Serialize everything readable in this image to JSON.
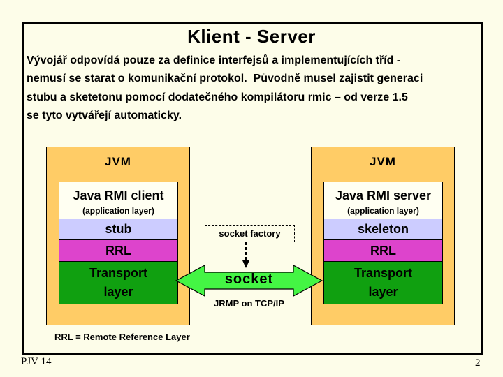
{
  "slide": {
    "title": "Klient - Server",
    "paragraph_lines": [
      "Vývojář odpovídá pouze za definice interfejsů a implementujících tříd -",
      "nemusí se starat o komunikační protokol.  Původně musel zajistit generaci",
      "stubu a sketetonu pomocí dodatečného kompilátoru rmic – od verze 1.5",
      "se tyto vytvářejí automaticky."
    ],
    "legend": "RRL = Remote Reference Layer"
  },
  "diagram": {
    "client": {
      "jvm_label": "JVM",
      "app_title": "Java RMI client",
      "app_subtitle": "(application layer)",
      "layer_stub": "stub",
      "layer_rrl": "RRL",
      "transport_line1": "Transport",
      "transport_line2": "layer"
    },
    "server": {
      "jvm_label": "JVM",
      "app_title": "Java RMI server",
      "app_subtitle": "(application layer)",
      "layer_skeleton": "skeleton",
      "layer_rrl": "RRL",
      "transport_line1": "Transport",
      "transport_line2": "layer"
    },
    "middle": {
      "socket_factory": "socket factory",
      "socket": "socket",
      "protocol": "JRMP on TCP/IP"
    },
    "colors": {
      "background": "#FDFDE9",
      "jvm_box": "#FFCC66",
      "app_layer": "#FFFFF2",
      "stub_skeleton": "#CCCCFF",
      "rrl": "#DD44CC",
      "transport": "#10A010",
      "socket_arrow": "#44F544"
    }
  },
  "footer": {
    "course": "PJV 14",
    "page_number": "2"
  }
}
